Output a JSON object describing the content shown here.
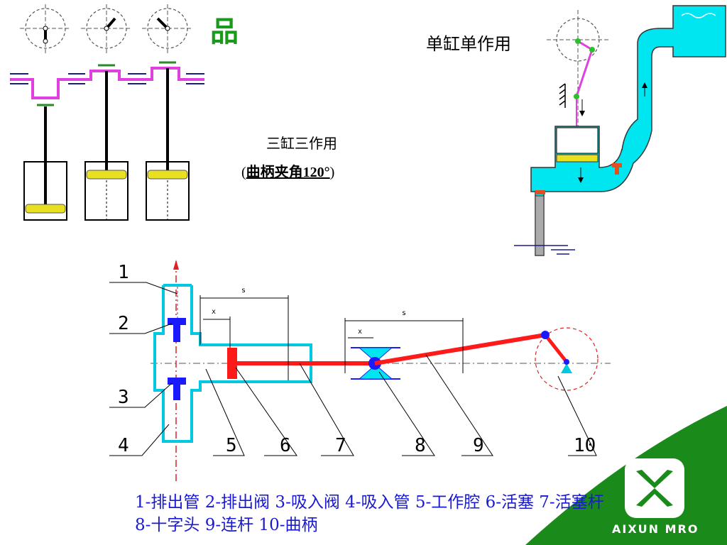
{
  "slide_title": "品",
  "labels": {
    "single_acting": "单缸单作用",
    "triple_acting": "三缸三作用",
    "crank_angle_open": "(",
    "crank_angle": "曲柄夹角120°",
    "crank_angle_close": ")"
  },
  "part_numbers": [
    "1",
    "2",
    "3",
    "4",
    "5",
    "6",
    "7",
    "8",
    "9",
    "10"
  ],
  "dimension_labels": {
    "stroke": "s",
    "position": "x"
  },
  "caption": "1-排出管 2-排出阀 3-吸入阀 4-吸入管 5-工作腔 6-活塞 7-活塞杆 8-十字头 9-连杆 10-曲柄",
  "brand": {
    "name": "AIXUN MRO",
    "color": "#1a8a1a"
  },
  "colors": {
    "title_green": "#1a9a1a",
    "caption_blue": "#1a1ad0",
    "water": "#00e6f0",
    "rod_red": "#ff1a1a",
    "valve_blue": "#1a1aff",
    "piston_yellow": "#e8e020",
    "crank_magenta": "#e040e0"
  }
}
